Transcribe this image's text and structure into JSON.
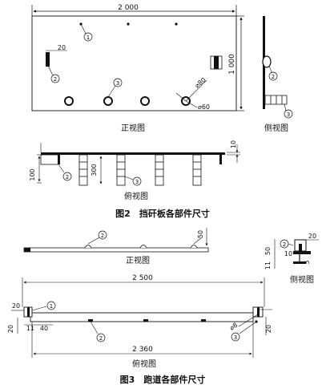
{
  "fig2": {
    "caption": "图2　挡矸板各部件尺寸",
    "front": {
      "label": "正视图",
      "dim_width": "2 000",
      "dim_height": "1 000",
      "dim_20": "20",
      "dim_80": "80",
      "dim_60": "60"
    },
    "side": {
      "label": "侧视图"
    },
    "top": {
      "label": "俯视图",
      "dim_100": "100",
      "dim_300": "300",
      "dim_10": "10"
    },
    "callouts": [
      "1",
      "2",
      "3"
    ]
  },
  "fig3": {
    "caption": "图3　跑道各部件尺寸",
    "front": {
      "label": "正视图",
      "dim_50": "50"
    },
    "side": {
      "label": "侧视图",
      "dim_20": "20",
      "dim_50": "50",
      "dim_10": "10",
      "dim_11": "11",
      "dim_5": "5"
    },
    "top": {
      "label": "俯视图",
      "dim_2500": "2 500",
      "dim_2360": "2 360",
      "dim_20_a": "20",
      "dim_20_b": "20",
      "dim_11": "11",
      "dim_40": "40",
      "dim_8": "8",
      "dim_20_c": "20"
    },
    "callouts": [
      "1",
      "2",
      "3"
    ]
  }
}
